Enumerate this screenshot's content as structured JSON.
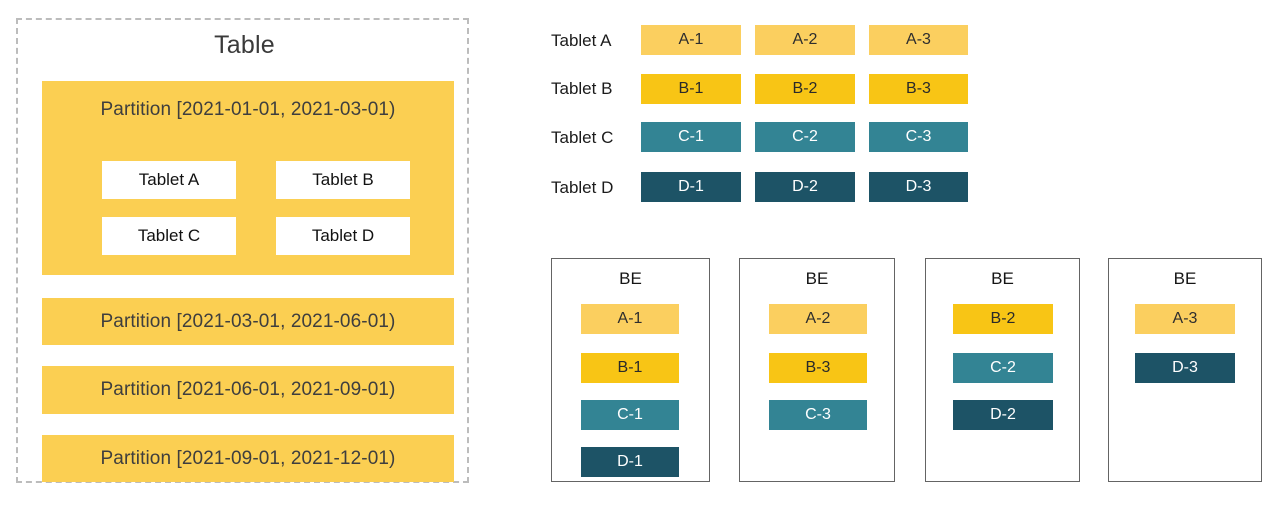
{
  "colors": {
    "tablet_a": "#fbcf5f",
    "tablet_b": "#f8c515",
    "tablet_c": "#338494",
    "tablet_d": "#1d5366",
    "partition_fill": "#fbcf52",
    "panel_border": "#bcbcbc",
    "be_border": "#646464"
  },
  "table_panel": {
    "title": "Table",
    "partitions": [
      {
        "label": "Partition [2021-01-01, 2021-03-01)"
      },
      {
        "label": "Partition [2021-03-01, 2021-06-01)"
      },
      {
        "label": "Partition [2021-06-01, 2021-09-01)"
      },
      {
        "label": "Partition [2021-09-01, 2021-12-01)"
      }
    ],
    "tablet_chips": [
      {
        "label": "Tablet A"
      },
      {
        "label": "Tablet B"
      },
      {
        "label": "Tablet C"
      },
      {
        "label": "Tablet D"
      }
    ]
  },
  "tablet_rows": [
    {
      "label": "Tablet A",
      "color_key": "tablet_a",
      "shards": [
        "A-1",
        "A-2",
        "A-3"
      ]
    },
    {
      "label": "Tablet B",
      "color_key": "tablet_b",
      "shards": [
        "B-1",
        "B-2",
        "B-3"
      ]
    },
    {
      "label": "Tablet C",
      "color_key": "tablet_c",
      "shards": [
        "C-1",
        "C-2",
        "C-3"
      ]
    },
    {
      "label": "Tablet D",
      "color_key": "tablet_d",
      "shards": [
        "D-1",
        "D-2",
        "D-3"
      ]
    }
  ],
  "be_nodes": [
    {
      "title": "BE",
      "items": [
        {
          "label": "A-1",
          "color_key": "tablet_a"
        },
        {
          "label": "B-1",
          "color_key": "tablet_b"
        },
        {
          "label": "C-1",
          "color_key": "tablet_c"
        },
        {
          "label": "D-1",
          "color_key": "tablet_d"
        }
      ]
    },
    {
      "title": "BE",
      "items": [
        {
          "label": "A-2",
          "color_key": "tablet_a"
        },
        {
          "label": "B-3",
          "color_key": "tablet_b"
        },
        {
          "label": "C-3",
          "color_key": "tablet_c"
        }
      ]
    },
    {
      "title": "BE",
      "items": [
        {
          "label": "B-2",
          "color_key": "tablet_b"
        },
        {
          "label": "C-2",
          "color_key": "tablet_c"
        },
        {
          "label": "D-2",
          "color_key": "tablet_d"
        }
      ]
    },
    {
      "title": "BE",
      "items": [
        {
          "label": "A-3",
          "color_key": "tablet_a"
        },
        {
          "label": "D-3",
          "color_key": "tablet_d"
        }
      ]
    }
  ]
}
